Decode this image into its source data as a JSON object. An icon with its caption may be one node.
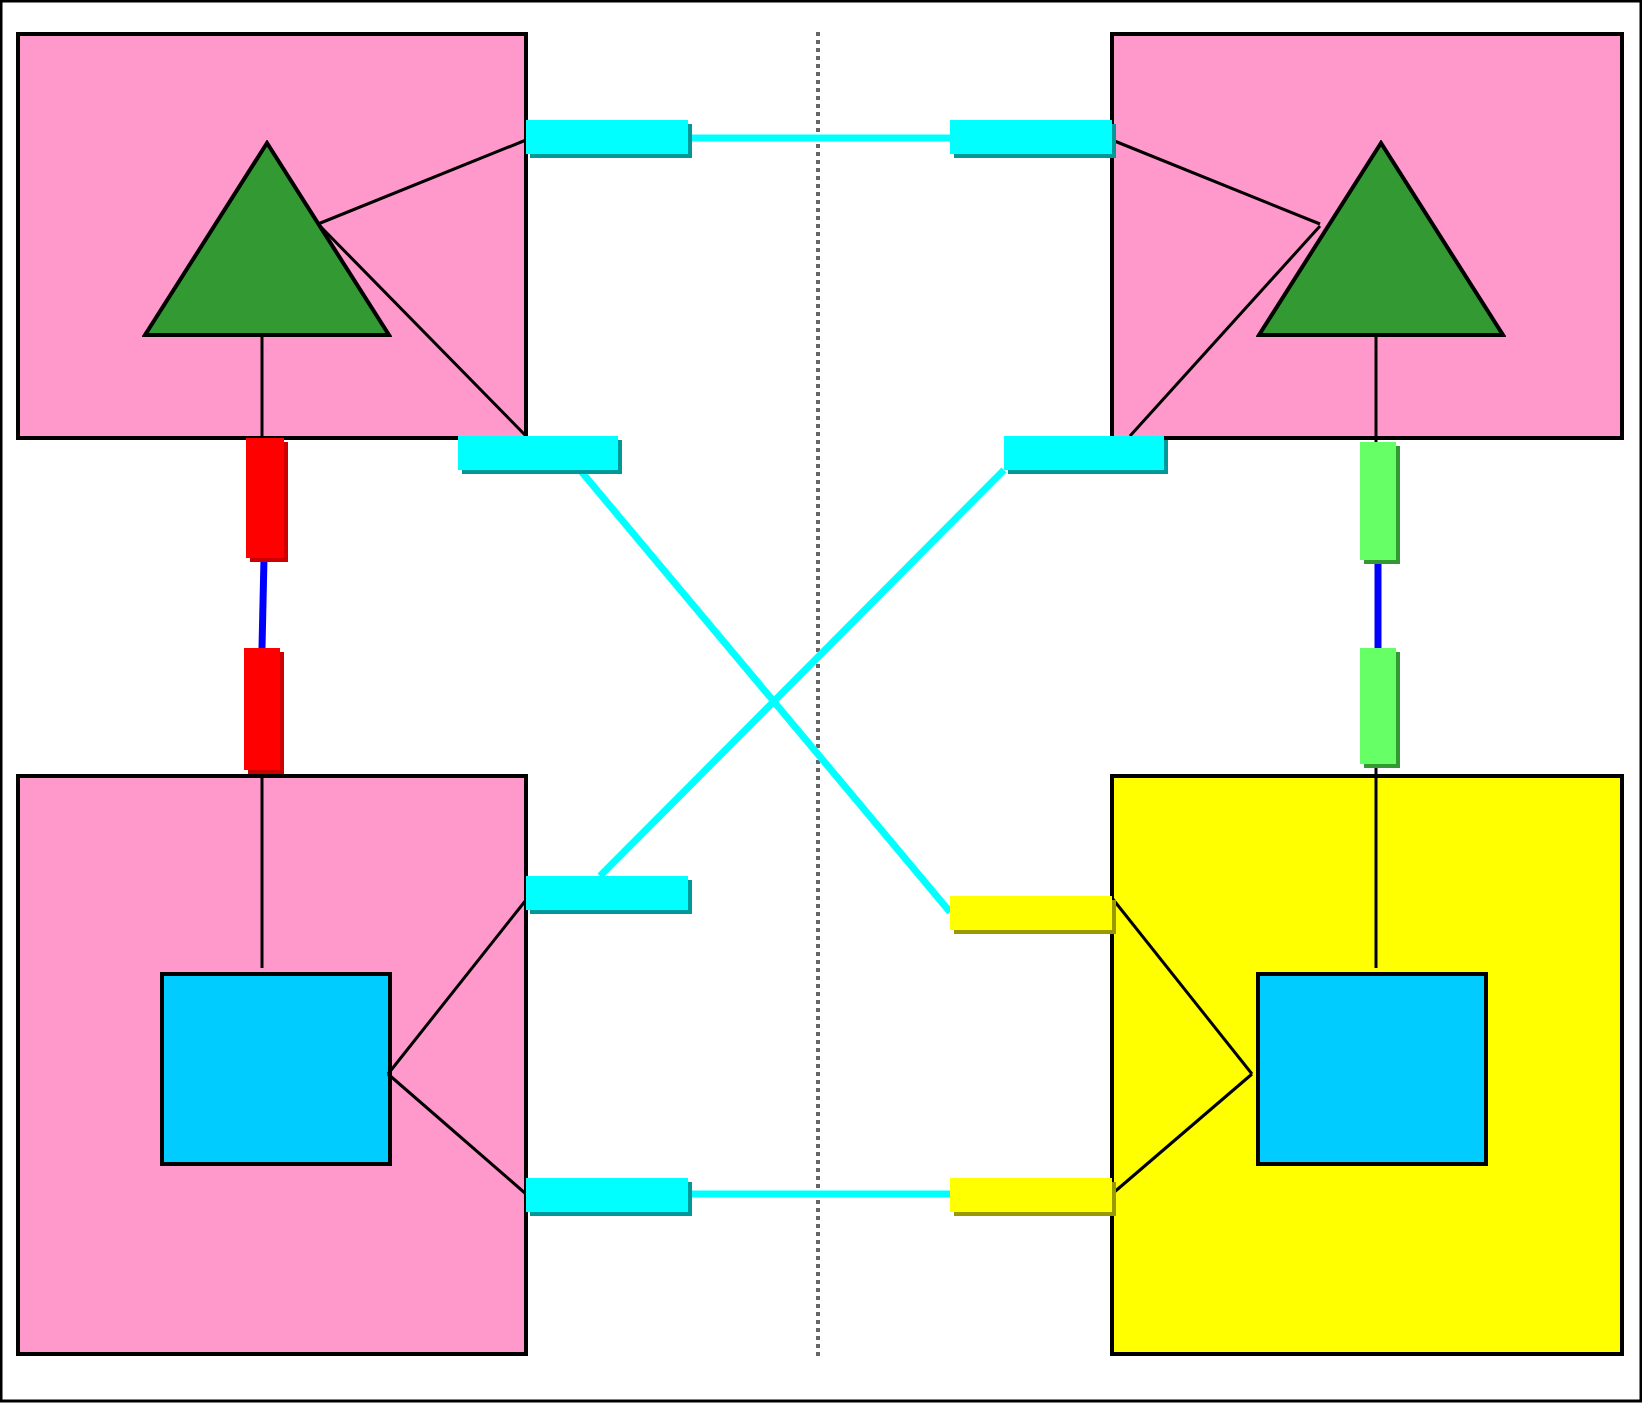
{
  "diagram": {
    "nodes": [
      {
        "text": [],
        "shape": "box"
      },
      {
        "text": [],
        "shape": "triangle",
        "in": 0
      },
      {
        "text": [],
        "shape": "box"
      },
      {
        "text": [],
        "shape": "triangle",
        "in": 2
      },
      {
        "text": [],
        "shape": "box"
      },
      {
        "text": [],
        "shape": "box",
        "in": 4
      },
      {
        "text": [],
        "shape": "box"
      },
      {
        "text": [],
        "shape": "box",
        "in": 6
      },
      {
        "text": [],
        "shape": "bar"
      },
      {
        "text": [],
        "shape": "bar"
      },
      {
        "text": [],
        "shape": "bar"
      },
      {
        "text": [],
        "shape": "bar"
      },
      {
        "text": [],
        "shape": "bar"
      },
      {
        "text": [],
        "shape": "bar"
      },
      {
        "text": [],
        "shape": "bar"
      },
      {
        "text": [],
        "shape": "bar"
      },
      {
        "text": [],
        "shape": "bar"
      },
      {
        "text": [],
        "shape": "bar"
      },
      {
        "text": [],
        "shape": "bar"
      },
      {
        "text": [],
        "shape": "bar"
      }
    ],
    "edges": [
      {
        "from": 1,
        "to": 8,
        "arrow": "none"
      },
      {
        "from": 1,
        "to": 11,
        "arrow": "none"
      },
      {
        "from": 1,
        "to": 10,
        "arrow": "none"
      },
      {
        "from": 8,
        "to": 9,
        "arrow": "none",
        "style": "thick",
        "color": "#00ffff"
      },
      {
        "from": 11,
        "to": 17,
        "arrow": "none",
        "style": "thick",
        "color": "#00ffff"
      },
      {
        "from": 12,
        "to": 16,
        "arrow": "none",
        "style": "thick",
        "color": "#00ffff"
      },
      {
        "from": 10,
        "to": 14,
        "arrow": "none",
        "style": "thick",
        "color": "#0000ff"
      },
      {
        "from": 3,
        "to": 9,
        "arrow": "none"
      },
      {
        "from": 3,
        "to": 12,
        "arrow": "none"
      },
      {
        "from": 3,
        "to": 13,
        "arrow": "none"
      },
      {
        "from": 13,
        "to": 15,
        "arrow": "none",
        "style": "thick",
        "color": "#0000ff"
      },
      {
        "from": 5,
        "to": 14,
        "arrow": "none"
      },
      {
        "from": 5,
        "to": 16,
        "arrow": "none"
      },
      {
        "from": 5,
        "to": 18,
        "arrow": "none"
      },
      {
        "from": 18,
        "to": 19,
        "arrow": "none",
        "style": "thick",
        "color": "#00ffff"
      },
      {
        "from": 7,
        "to": 15,
        "arrow": "none"
      },
      {
        "from": 7,
        "to": 17,
        "arrow": "none"
      },
      {
        "from": 7,
        "to": 19,
        "arrow": "none"
      }
    ]
  }
}
